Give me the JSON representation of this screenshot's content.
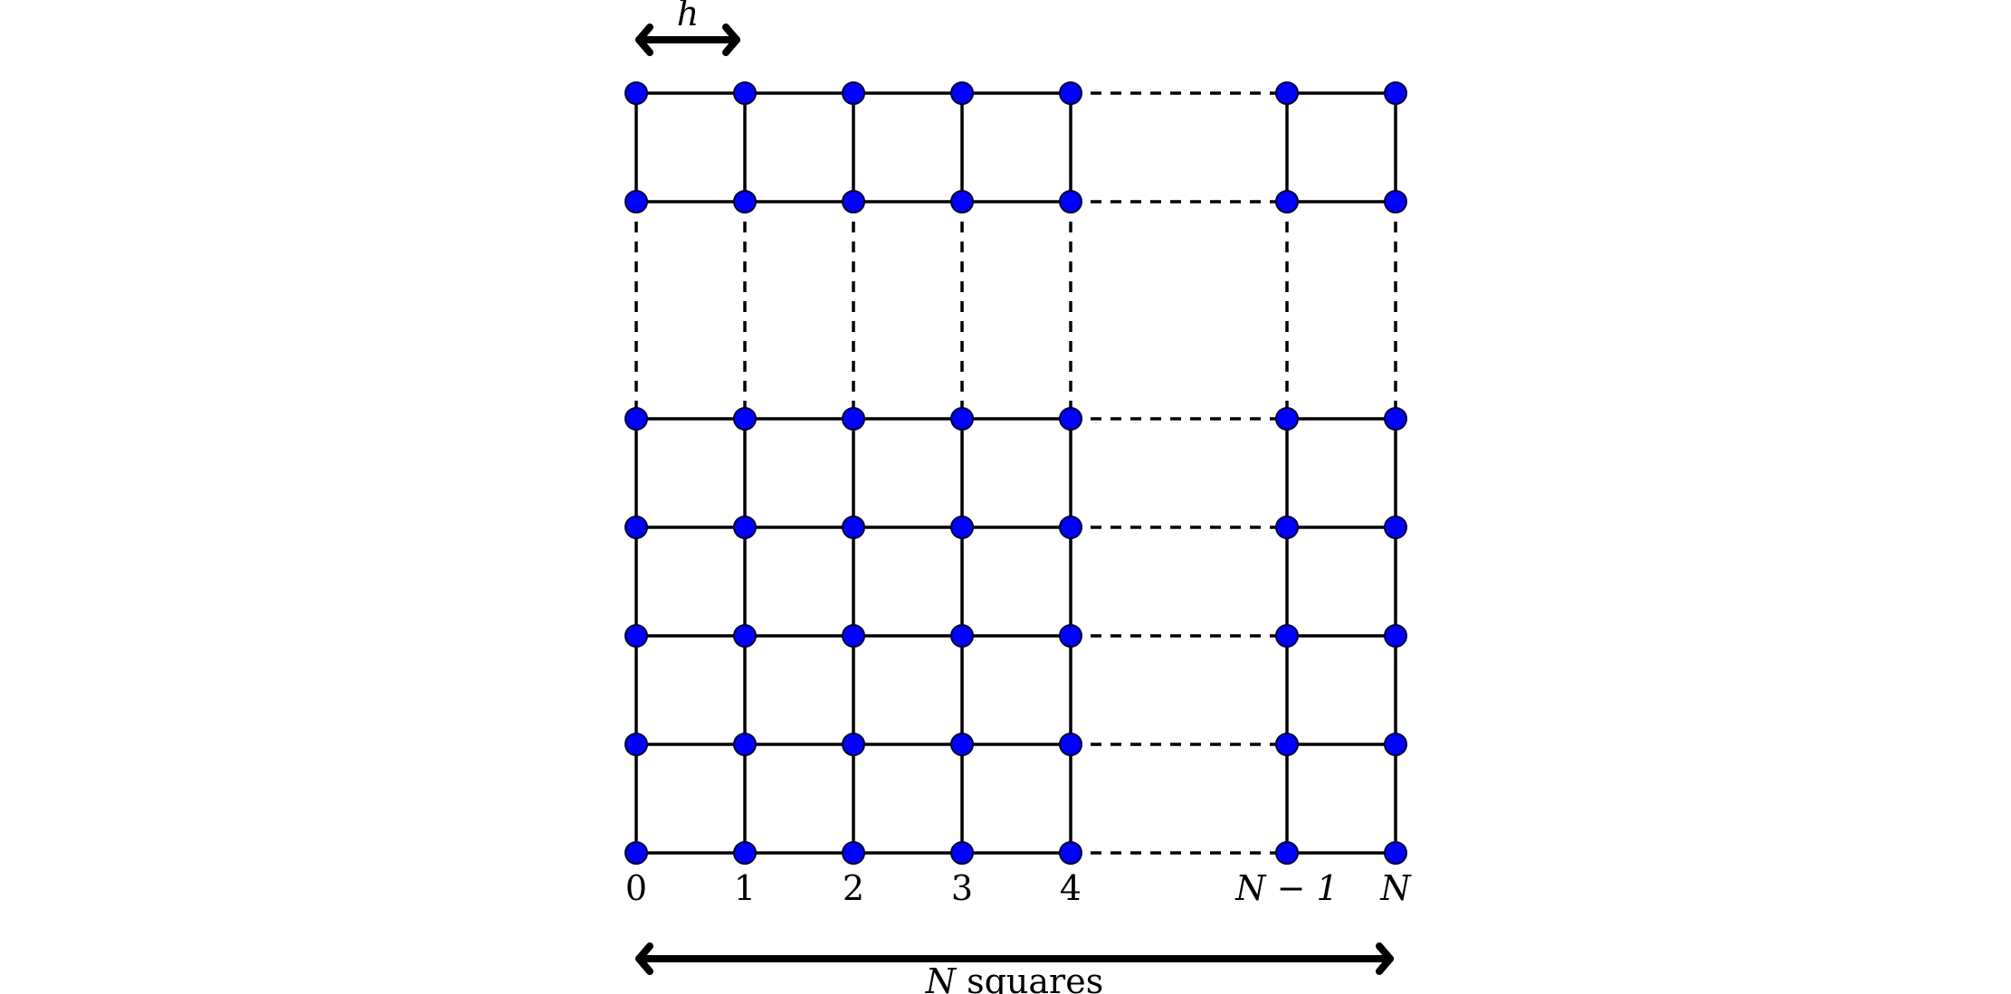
{
  "labels": {
    "spacing": "h",
    "squares_var": "N",
    "squares_word": " squares",
    "x_ticks": [
      "0",
      "1",
      "2",
      "3",
      "4",
      "N − 1",
      "N"
    ]
  },
  "colors": {
    "node_fill": "#0000ff",
    "node_stroke": "#000033",
    "line": "#000000"
  },
  "grid": {
    "columns": [
      "0",
      "1",
      "2",
      "3",
      "4",
      "N−1",
      "N"
    ],
    "row_count": 7,
    "gap_after_column": "4",
    "gap_after_row": 1
  }
}
